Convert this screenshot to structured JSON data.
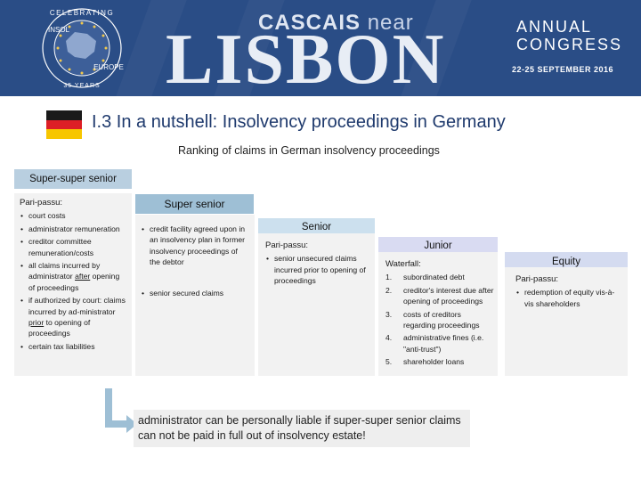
{
  "banner": {
    "seal_top_text": "CELEBRATING",
    "seal_left": "INSOL",
    "seal_right": "EUROPE",
    "seal_bottom": "35 YEARS",
    "location_line_main": "CASCAIS",
    "location_line_near": "near",
    "city": "LISBON",
    "event_line1": "ANNUAL",
    "event_line2": "CONGRESS",
    "event_dates": "22-25 SEPTEMBER 2016",
    "colors": {
      "background": "#2a4d86",
      "text": "#ffffff"
    }
  },
  "slide": {
    "title": "I.3 In a nutshell: Insolvency proceedings in Germany",
    "subtitle": "Ranking of claims in German insolvency proceedings",
    "flag_icon": "germany-flag-icon"
  },
  "ranks": {
    "super_super_senior": {
      "heading": "Super-super senior",
      "intro": "Pari-passu:",
      "items": [
        "court costs",
        "administrator remuneration",
        "creditor committee remuneration/costs"
      ],
      "item4_pre": "all claims incurred by administrator",
      "item4_underline": "after",
      "item4_post": "opening of proceedings",
      "item5_pre": "if authorized by court: claims incurred by ad-ministrator",
      "item5_underline": "prior",
      "item5_post": "to opening of proceedings",
      "item6": "certain tax liabilities"
    },
    "super_senior": {
      "heading": "Super senior",
      "items": [
        "credit facility agreed upon in an insolvency plan in former insolvency proceedings of the debtor",
        "senior secured claims"
      ]
    },
    "senior": {
      "heading": "Senior",
      "intro": "Pari-passu:",
      "items": [
        "senior unsecured claims incurred prior to opening of proceedings"
      ]
    },
    "junior": {
      "heading": "Junior",
      "intro": "Waterfall:",
      "items": [
        {
          "num": "1.",
          "text": "subordinated debt"
        },
        {
          "num": "2.",
          "text": "creditor's interest due after opening of proceedings"
        },
        {
          "num": "3.",
          "text": "costs of creditors regarding proceedings"
        },
        {
          "num": "4.",
          "text": "administrative fines (i.e. \"anti-trust\")"
        },
        {
          "num": "5.",
          "text": "shareholder loans"
        }
      ]
    },
    "equity": {
      "heading": "Equity",
      "intro": "Pari-passu:",
      "items": [
        "redemption of equity vis-à-vis shareholders"
      ]
    }
  },
  "note": {
    "text": "administrator can be personally liable if super-super senior claims can not be paid in full out of insolvency estate!"
  }
}
